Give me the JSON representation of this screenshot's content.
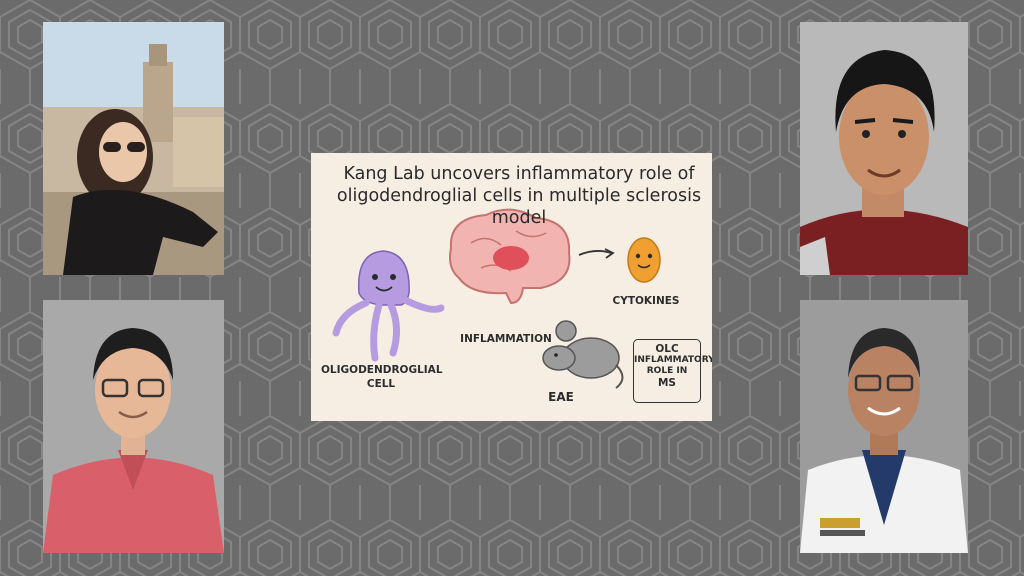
{
  "card": {
    "title_line1": "Kang Lab uncovers inflammatory role of",
    "title_line2": "oligodendroglial cells in multiple sclerosis model",
    "label_oligodendroglial_line1": "OLIGODENDROGLIAL",
    "label_oligodendroglial_line2": "CELL",
    "label_inflammation": "INFLAMMATION",
    "label_cytokines": "CYTOKINES",
    "label_eae": "EAE",
    "olc_box": {
      "line1": "OLC",
      "line2": "INFLAMMATORY",
      "line3": "ROLE IN",
      "line4": "MS"
    }
  },
  "photos": [
    {
      "id": "photo-woman-sunglasses"
    },
    {
      "id": "photo-man-glasses-red-shirt"
    },
    {
      "id": "photo-man-red-hoodie"
    },
    {
      "id": "photo-man-white-coat"
    }
  ],
  "colors": {
    "background": "#6b6b6b",
    "hex_lines": "#8a8a8a",
    "card_bg": "#f6eee3",
    "oligo_purple": "#b79be0",
    "brain_pink": "#f2b4b0",
    "inflamed_red": "#e0505a",
    "cytokine_orange": "#f0a030",
    "mouse_gray": "#9c9c9c"
  }
}
